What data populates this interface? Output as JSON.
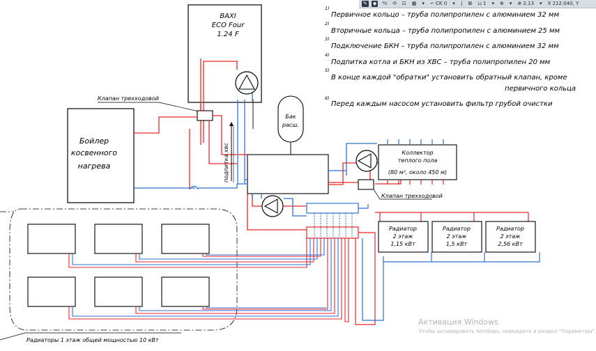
{
  "toolbar": {
    "items": [
      "✎",
      "◆",
      "⁴⁄₃",
      "⟲",
      "⊡",
      "▦",
      "▾",
      "⌐ CK 0",
      "▾",
      "⌋",
      "⊠",
      "⊔ 1",
      "▾",
      "⊕",
      "▾",
      "⊕ 2.13",
      "▾",
      "X 212.040, Y"
    ]
  },
  "boiler": {
    "line1": "BAXI",
    "line2": "ECO Four",
    "line3": "1.24  F"
  },
  "notes": [
    {
      "num": "1)",
      "text": "Первичное кольцо – труба полипропилен с алюминием 32 мм"
    },
    {
      "num": "2)",
      "text": "Вторичные кольца – труба полипропилен с алюминием 25 мм"
    },
    {
      "num": "3)",
      "text": "Подключение БКН – труба полипропилен с алюминием 32 мм"
    },
    {
      "num": "4)",
      "text": "Подпитка котла и БКН из ХВС – труба полипропилен 20 мм"
    },
    {
      "num": "5)",
      "text": "В конце каждой \"обратки\" установить обратный клапан, кроме"
    },
    {
      "num": "",
      "text": "первичного кольца"
    },
    {
      "num": "6)",
      "text": "Перед каждым насосом установить фильтр грубой очистки"
    }
  ],
  "valve_top_label": "Клапан трехходовой",
  "valve_bottom_label": "Клапан трехходовой",
  "tank": {
    "line1": "Бак",
    "line2": "расш."
  },
  "indirect_boiler": {
    "line1": "Бойлер",
    "line2": "косвенного",
    "line3": "нагрева"
  },
  "makeup_label": "подпитка хвс",
  "collector": {
    "line1": "Коллектор",
    "line2": "теплого пола",
    "line3": "(80 м², около 450 м)"
  },
  "radiators_floor2": [
    {
      "line1": "Радиатор",
      "line2": "2 этаж",
      "line3": "1,15 кВт"
    },
    {
      "line1": "Радиатор",
      "line2": "2 этаж",
      "line3": "1,5 кВт"
    },
    {
      "line1": "Радиатор",
      "line2": "2 этаж",
      "line3": "2,56 кВт"
    }
  ],
  "radiators_floor1_label": "Радиаторы 1 этаж общей мощностью 10 кВт",
  "watermark": {
    "title": "Активация Windows",
    "subtitle": "Чтобы активировать Windows, перейдите в раздел \"Параметры\"."
  }
}
